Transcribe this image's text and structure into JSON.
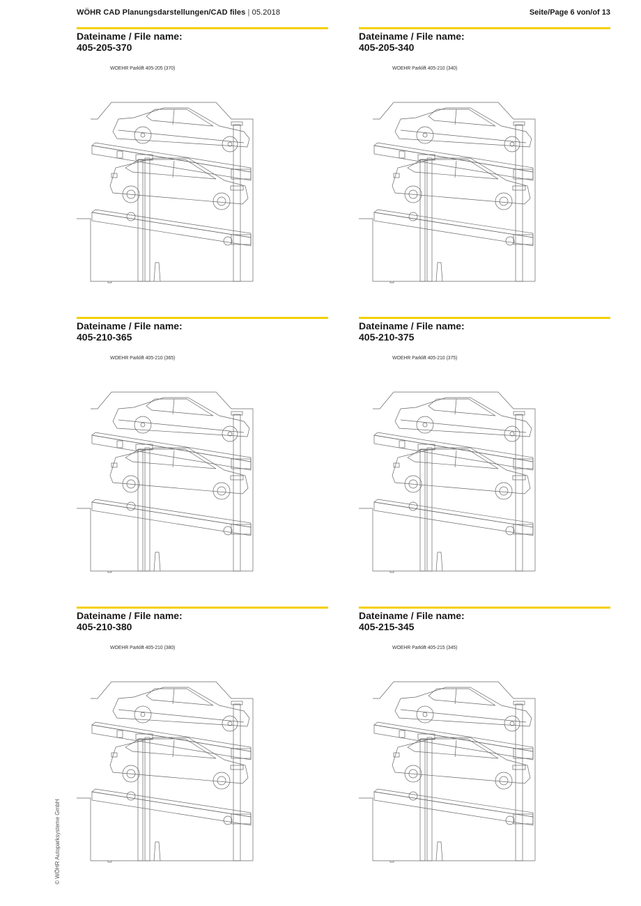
{
  "header": {
    "title": "WÖHR CAD Planungsdarstellungen/CAD files",
    "separator": "|",
    "date": "05.2018",
    "page": "Seite/Page 6 von/of 13"
  },
  "colors": {
    "accent": "#f5d000",
    "text": "#1a1a1a",
    "drawing_line": "#555555"
  },
  "sections": [
    {
      "label": "Dateiname / File name:",
      "file_name": "405-205-370",
      "caption": "WOEHR Parklift 405-205 (370)"
    },
    {
      "label": "Dateiname / File name:",
      "file_name": "405-205-340",
      "caption": "WOEHR Parklift 405-210 (340)"
    },
    {
      "label": "Dateiname / File name:",
      "file_name": "405-210-365",
      "caption": "WOEHR Parklift 405-210 (365)"
    },
    {
      "label": "Dateiname / File name:",
      "file_name": "405-210-375",
      "caption": "WOEHR Parklift 405-210 (375)"
    },
    {
      "label": "Dateiname / File name:",
      "file_name": "405-210-380",
      "caption": "WOEHR Parklift 405-210 (380)"
    },
    {
      "label": "Dateiname / File name:",
      "file_name": "405-215-345",
      "caption": "WOEHR Parklift 405-215 (345)"
    }
  ],
  "footer": {
    "copyright": "© WÖHR Autoparksysteme GmbH"
  }
}
